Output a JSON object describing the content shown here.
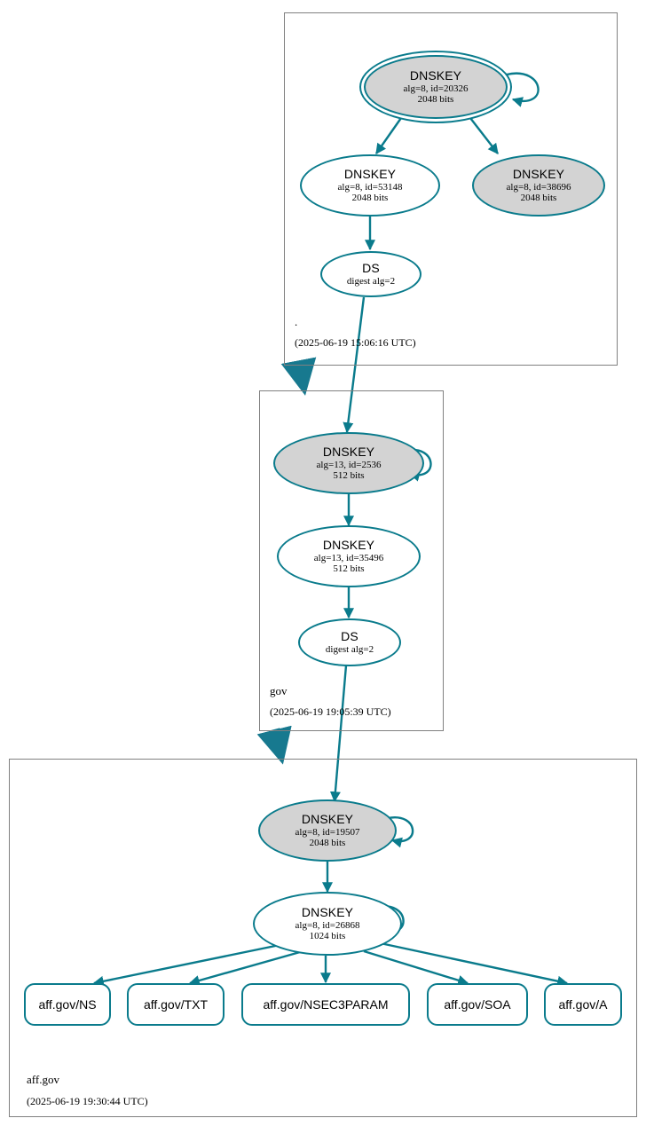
{
  "diagram": {
    "type": "dnssec-authentication-chain",
    "accent_color": "#0a7b8c",
    "shaded_fill": "#d3d3d3",
    "box_border_color": "#808080",
    "background": "#ffffff"
  },
  "zones": [
    {
      "id": "root",
      "name": ".",
      "timestamp": "(2025-06-19 15:06:16 UTC)",
      "nodes": [
        {
          "id": "root-ksk",
          "type": "DNSKEY",
          "title": "DNSKEY",
          "line2": "alg=8, id=20326",
          "line3": "2048 bits",
          "alg": 8,
          "key_id": 20326,
          "bits": 2048,
          "shaded": true,
          "trust_anchor": true,
          "self_signed": true
        },
        {
          "id": "root-zsk",
          "type": "DNSKEY",
          "title": "DNSKEY",
          "line2": "alg=8, id=53148",
          "line3": "2048 bits",
          "alg": 8,
          "key_id": 53148,
          "bits": 2048,
          "shaded": false,
          "trust_anchor": false,
          "self_signed": false
        },
        {
          "id": "root-key3",
          "type": "DNSKEY",
          "title": "DNSKEY",
          "line2": "alg=8, id=38696",
          "line3": "2048 bits",
          "alg": 8,
          "key_id": 38696,
          "bits": 2048,
          "shaded": true,
          "trust_anchor": false,
          "self_signed": false
        },
        {
          "id": "root-ds",
          "type": "DS",
          "title": "DS",
          "line2": "digest alg=2",
          "line3": "",
          "digest_alg": 2,
          "shaded": false,
          "trust_anchor": false,
          "self_signed": false
        }
      ]
    },
    {
      "id": "gov",
      "name": "gov",
      "timestamp": "(2025-06-19 19:05:39 UTC)",
      "nodes": [
        {
          "id": "gov-ksk",
          "type": "DNSKEY",
          "title": "DNSKEY",
          "line2": "alg=13, id=2536",
          "line3": "512 bits",
          "alg": 13,
          "key_id": 2536,
          "bits": 512,
          "shaded": true,
          "trust_anchor": false,
          "self_signed": true
        },
        {
          "id": "gov-zsk",
          "type": "DNSKEY",
          "title": "DNSKEY",
          "line2": "alg=13, id=35496",
          "line3": "512 bits",
          "alg": 13,
          "key_id": 35496,
          "bits": 512,
          "shaded": false,
          "trust_anchor": false,
          "self_signed": false
        },
        {
          "id": "gov-ds",
          "type": "DS",
          "title": "DS",
          "line2": "digest alg=2",
          "line3": "",
          "digest_alg": 2,
          "shaded": false,
          "trust_anchor": false,
          "self_signed": false
        }
      ]
    },
    {
      "id": "affgov",
      "name": "aff.gov",
      "timestamp": "(2025-06-19 19:30:44 UTC)",
      "nodes": [
        {
          "id": "affgov-ksk",
          "type": "DNSKEY",
          "title": "DNSKEY",
          "line2": "alg=8, id=19507",
          "line3": "2048 bits",
          "alg": 8,
          "key_id": 19507,
          "bits": 2048,
          "shaded": true,
          "trust_anchor": false,
          "self_signed": true
        },
        {
          "id": "affgov-zsk",
          "type": "DNSKEY",
          "title": "DNSKEY",
          "line2": "alg=8, id=26868",
          "line3": "1024 bits",
          "alg": 8,
          "key_id": 26868,
          "bits": 1024,
          "shaded": false,
          "trust_anchor": false,
          "self_signed": true
        }
      ],
      "rrsets": [
        {
          "id": "rr-ns",
          "label": "aff.gov/NS"
        },
        {
          "id": "rr-txt",
          "label": "aff.gov/TXT"
        },
        {
          "id": "rr-nsec3param",
          "label": "aff.gov/NSEC3PARAM"
        },
        {
          "id": "rr-soa",
          "label": "aff.gov/SOA"
        },
        {
          "id": "rr-a",
          "label": "aff.gov/A"
        }
      ]
    }
  ]
}
